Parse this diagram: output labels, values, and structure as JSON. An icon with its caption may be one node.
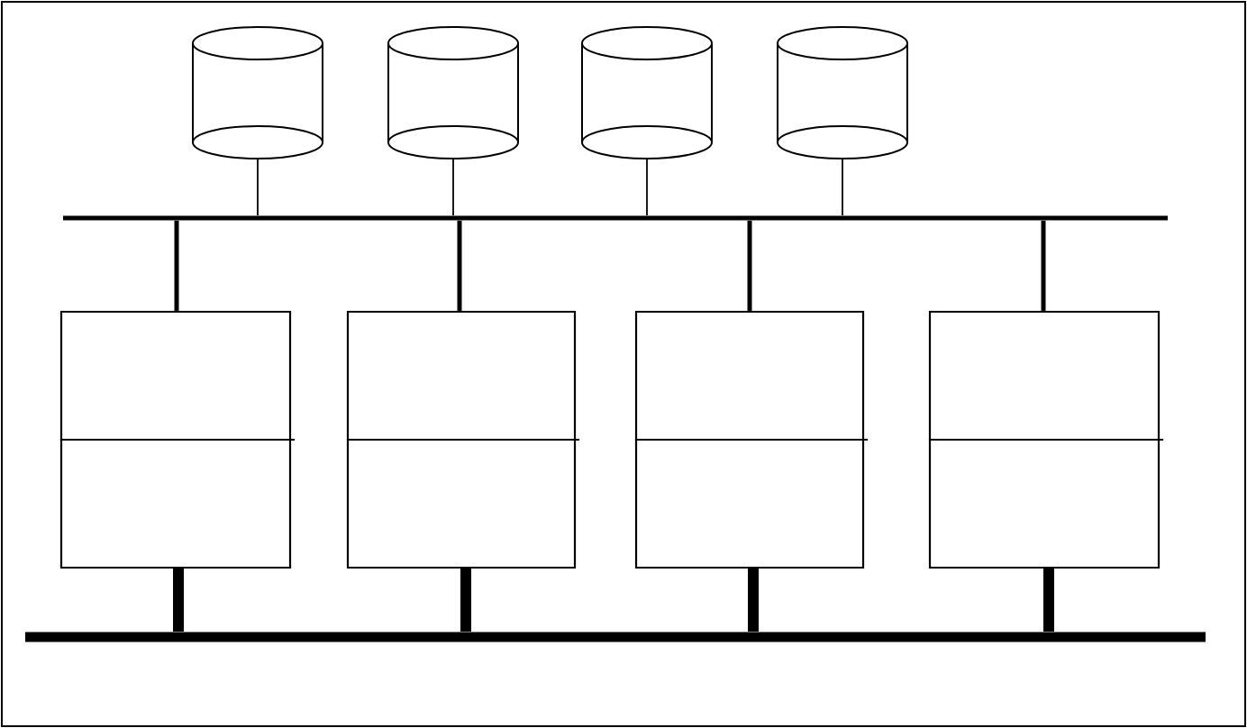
{
  "diagram": {
    "nodes": [
      {
        "text": [],
        "shape": "cylinder"
      },
      {
        "text": [],
        "shape": "cylinder"
      },
      {
        "text": [],
        "shape": "cylinder"
      },
      {
        "text": [],
        "shape": "cylinder"
      },
      {
        "text": [],
        "shape": "bar"
      },
      {
        "text": [],
        "shape": "box"
      },
      {
        "text": [],
        "shape": "box"
      },
      {
        "text": [],
        "shape": "box"
      },
      {
        "text": [],
        "shape": "box"
      },
      {
        "text": [],
        "shape": "bar"
      }
    ],
    "edges": [
      {
        "from": 0,
        "to": 4,
        "arrow": "none"
      },
      {
        "from": 1,
        "to": 4,
        "arrow": "none"
      },
      {
        "from": 2,
        "to": 4,
        "arrow": "none"
      },
      {
        "from": 3,
        "to": 4,
        "arrow": "none"
      },
      {
        "from": 4,
        "to": 5,
        "arrow": "none"
      },
      {
        "from": 4,
        "to": 6,
        "arrow": "none"
      },
      {
        "from": 4,
        "to": 7,
        "arrow": "none"
      },
      {
        "from": 4,
        "to": 8,
        "arrow": "none"
      },
      {
        "from": 5,
        "to": 9,
        "arrow": "none",
        "style": "thick"
      },
      {
        "from": 6,
        "to": 9,
        "arrow": "none",
        "style": "thick"
      },
      {
        "from": 7,
        "to": 9,
        "arrow": "none",
        "style": "thick"
      },
      {
        "from": 8,
        "to": 9,
        "arrow": "none",
        "style": "thick"
      }
    ]
  }
}
